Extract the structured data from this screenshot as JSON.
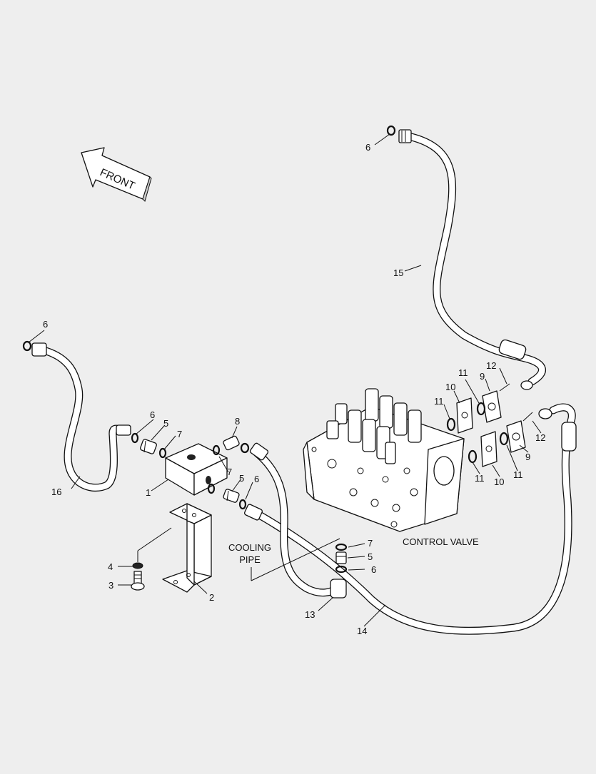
{
  "front_label": "FRONT",
  "control_valve_label": "CONTROL VALVE",
  "cooling_pipe_label": [
    "COOLING",
    "PIPE"
  ],
  "callouts": {
    "c1": "1",
    "c2": "2",
    "c3": "3",
    "c4": "4",
    "c5a": "5",
    "c5b": "5",
    "c5c": "5",
    "c6a": "6",
    "c6b": "6",
    "c6c": "6",
    "c6d": "6",
    "c6e": "6",
    "c7a": "7",
    "c7b": "7",
    "c7c": "7",
    "c8": "8",
    "c9a": "9",
    "c9b": "9",
    "c10a": "10",
    "c10b": "10",
    "c11a": "11",
    "c11b": "11",
    "c11c": "11",
    "c11d": "11",
    "c12a": "12",
    "c12b": "12",
    "c13": "13",
    "c14": "14",
    "c15": "15",
    "c16": "16"
  }
}
